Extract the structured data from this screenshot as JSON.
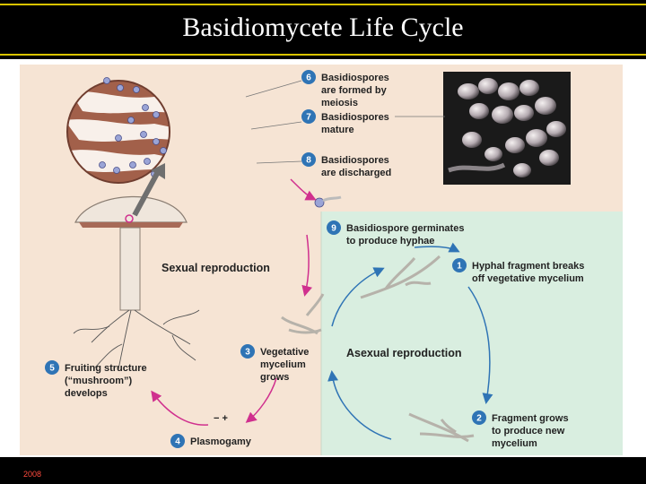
{
  "title": "Basidiomycete Life Cycle",
  "footer": "2008",
  "sections": {
    "sexual": "Sexual reproduction",
    "asexual": "Asexual reproduction"
  },
  "plasmogamy_signs": "− +",
  "steps": [
    {
      "num": "1",
      "lines": [
        "Hyphal fragment breaks",
        "off vegetative mycelium"
      ]
    },
    {
      "num": "2",
      "lines": [
        "Fragment grows",
        "to produce new",
        "mycelium"
      ]
    },
    {
      "num": "3",
      "lines": [
        "Vegetative",
        "mycelium",
        "grows"
      ]
    },
    {
      "num": "4",
      "lines": [
        "Plasmogamy"
      ]
    },
    {
      "num": "5",
      "lines": [
        "Fruiting structure",
        "(“mushroom”)",
        "develops"
      ]
    },
    {
      "num": "6",
      "lines": [
        "Basidiospores",
        "are formed by",
        "meiosis"
      ]
    },
    {
      "num": "7",
      "lines": [
        "Basidiospores",
        "mature"
      ]
    },
    {
      "num": "8",
      "lines": [
        "Basidiospores",
        "are discharged"
      ]
    },
    {
      "num": "9",
      "lines": [
        "Basidiospore germinates",
        "to produce hyphae"
      ]
    }
  ],
  "colors": {
    "cream": "#f6e4d4",
    "mint": "#d9eee0",
    "badge": "#2f74b5",
    "arrow_magenta": "#d0308e",
    "arrow_blue": "#2f74b5",
    "title_rule": "#d9c300",
    "footer_text": "#ff4b3e"
  }
}
